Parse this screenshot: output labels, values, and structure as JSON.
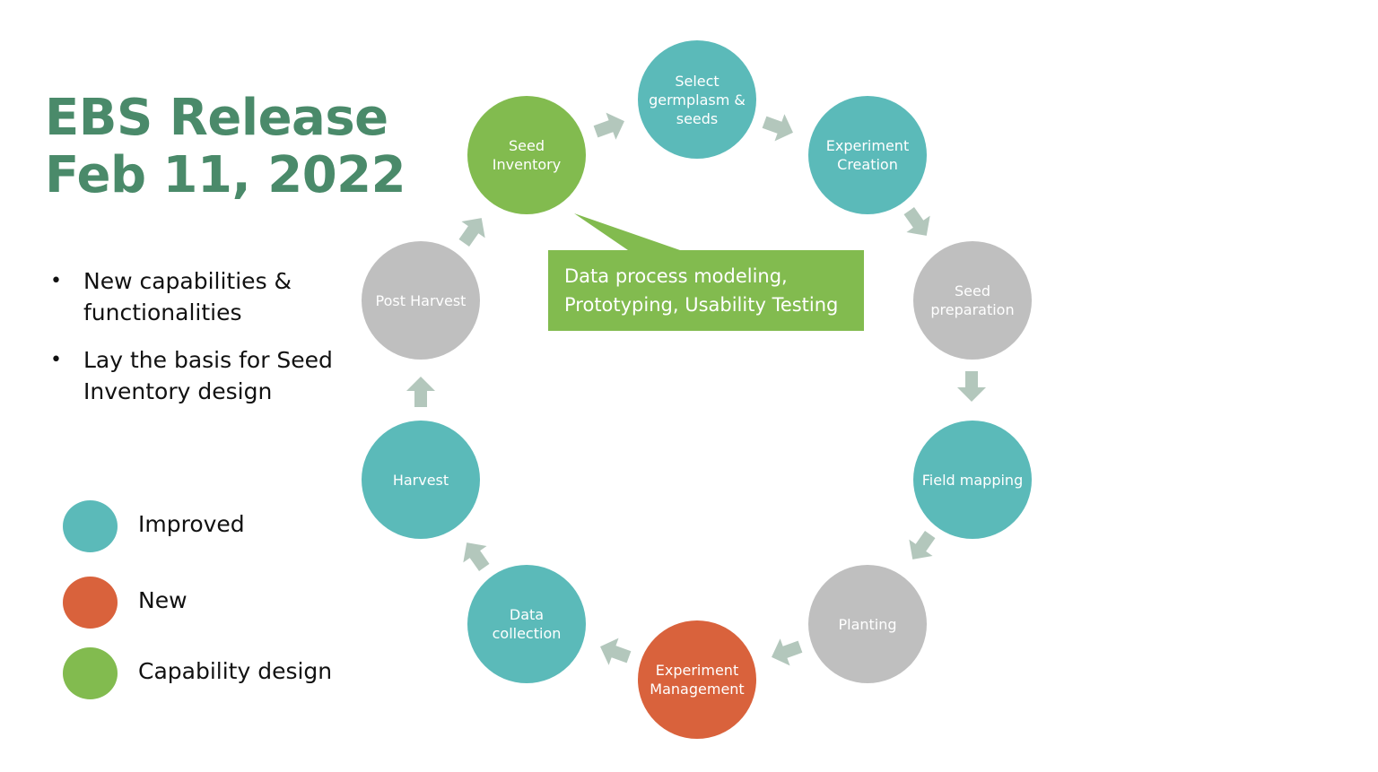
{
  "title": {
    "line1": "EBS Release",
    "line2": "Feb 11, 2022"
  },
  "bullets": [
    "New capabilities & functionalities",
    "Lay the basis for Seed Inventory design"
  ],
  "legend": [
    {
      "label": "Improved",
      "color": "#5bbab9"
    },
    {
      "label": "New",
      "color": "#d9623c"
    },
    {
      "label": "Capability design",
      "color": "#82bb4f"
    }
  ],
  "callout": {
    "text": "Data process modeling,\nPrototyping, Usability Testing",
    "color": "#82bb4f"
  },
  "arrow_color": "#b3c7bc",
  "cycle": [
    {
      "label": "Select\ngermplasm &\nseeds",
      "status": "Improved",
      "color": "#5bbab9"
    },
    {
      "label": "Experiment\nCreation",
      "status": "Improved",
      "color": "#5bbab9"
    },
    {
      "label": "Seed\npreparation",
      "status": "Unchanged",
      "color": "#bfbfbf"
    },
    {
      "label": "Field mapping",
      "status": "Improved",
      "color": "#5bbab9"
    },
    {
      "label": "Planting",
      "status": "Unchanged",
      "color": "#bfbfbf"
    },
    {
      "label": "Experiment\nManagement",
      "status": "New",
      "color": "#d9623c"
    },
    {
      "label": "Data\ncollection",
      "status": "Improved",
      "color": "#5bbab9"
    },
    {
      "label": "Harvest",
      "status": "Improved",
      "color": "#5bbab9"
    },
    {
      "label": "Post Harvest",
      "status": "Unchanged",
      "color": "#bfbfbf"
    },
    {
      "label": "Seed\nInventory",
      "status": "Capability design",
      "color": "#82bb4f"
    }
  ]
}
